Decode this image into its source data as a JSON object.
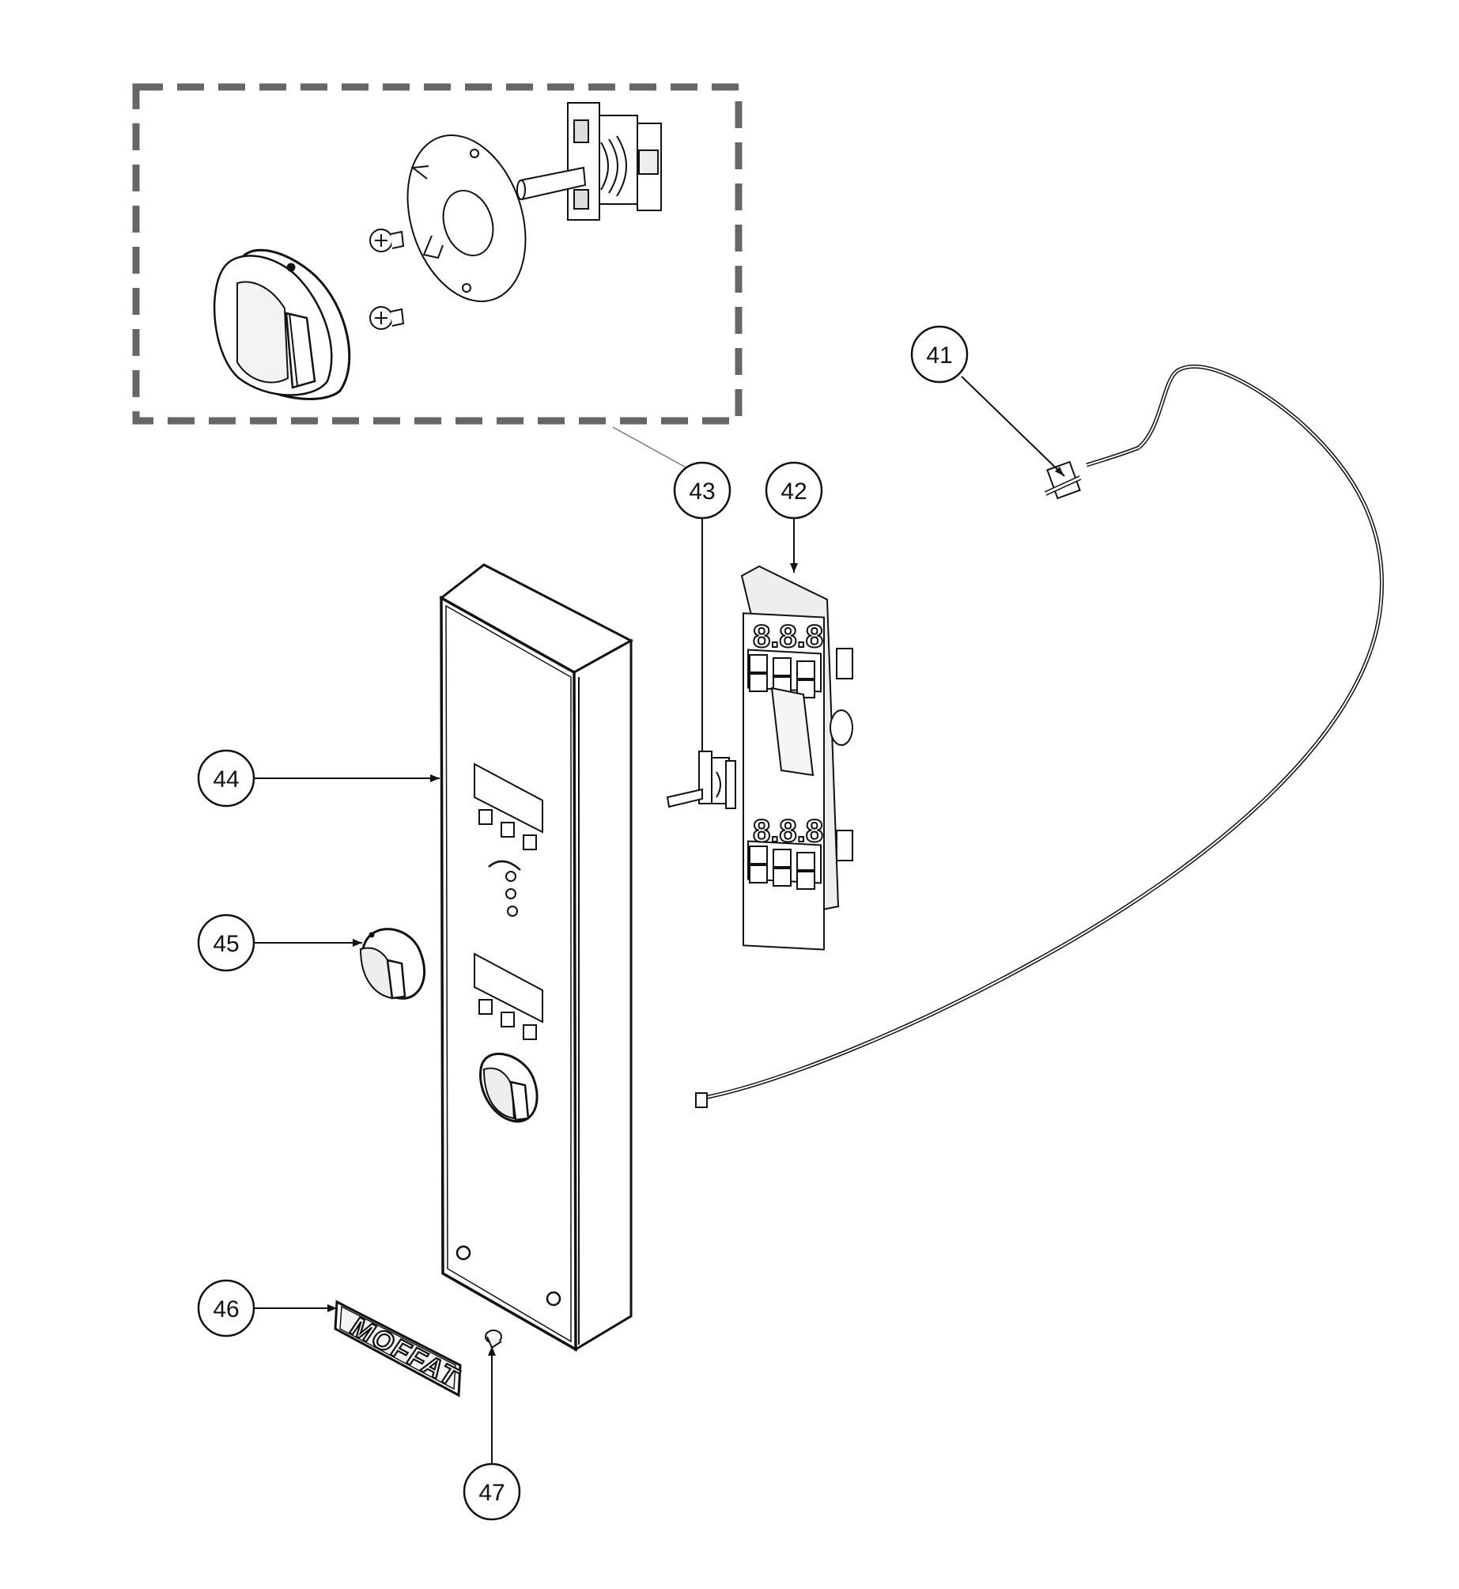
{
  "diagram": {
    "callouts": [
      {
        "id": "41",
        "label": "41"
      },
      {
        "id": "42",
        "label": "42"
      },
      {
        "id": "43",
        "label": "43"
      },
      {
        "id": "44",
        "label": "44"
      },
      {
        "id": "45",
        "label": "45"
      },
      {
        "id": "46",
        "label": "46"
      },
      {
        "id": "47",
        "label": "47"
      }
    ],
    "display_digits": "8.8.8",
    "logo_text": "MOFFAT"
  },
  "colors": {
    "line": "#111111",
    "detail_box": "#666666",
    "background": "#ffffff"
  }
}
